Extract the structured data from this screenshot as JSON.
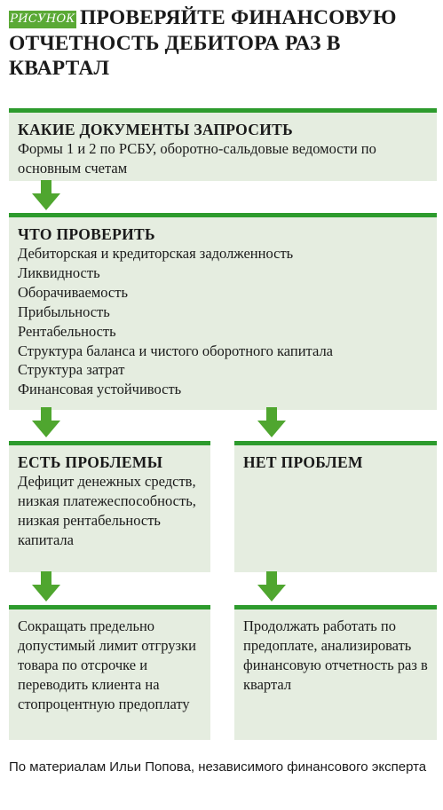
{
  "badge": "РИСУНОК",
  "title": "ПРОВЕРЯЙТЕ ФИНАНСОВУЮ ОТЧЕТНОСТЬ ДЕБИТОРА РАЗ В КВАРТАЛ",
  "step1": {
    "heading": "КАКИЕ ДОКУМЕНТЫ ЗАПРОСИТЬ",
    "text": "Формы 1 и 2 по РСБУ, оборотно-сальдовые ведомости по основным счетам"
  },
  "step2": {
    "heading": "ЧТО ПРОВЕРИТЬ",
    "items": [
      "Дебиторская и кредиторская задолженность",
      "Ликвидность",
      "Оборачиваемость",
      "Прибыльность",
      "Рентабельность",
      "Структура баланса и чистого оборотного капитала",
      "Структура затрат",
      "Финансовая устойчивость"
    ]
  },
  "problems": {
    "heading": "ЕСТЬ ПРОБЛЕМЫ",
    "text": "Дефицит денежных средств, низкая платежеспособность, низкая рентабельность капитала",
    "action": "Сокращать предельно допустимый лимит отгрузки товара по от­срочке и переводить клиента на стопроцент­ную предоплату"
  },
  "no_problems": {
    "heading": "НЕТ ПРОБЛЕМ",
    "action": "Продолжать работать по предоплате, анализировать финансовую отчетность раз в квартал"
  },
  "credit": "По материалам Ильи Попова, независимого финансового эксперта",
  "colors": {
    "accent": "#2d9b2d",
    "arrow": "#4fa62f",
    "box_bg": "#e5ede0",
    "badge_bg": "#5aa935"
  }
}
